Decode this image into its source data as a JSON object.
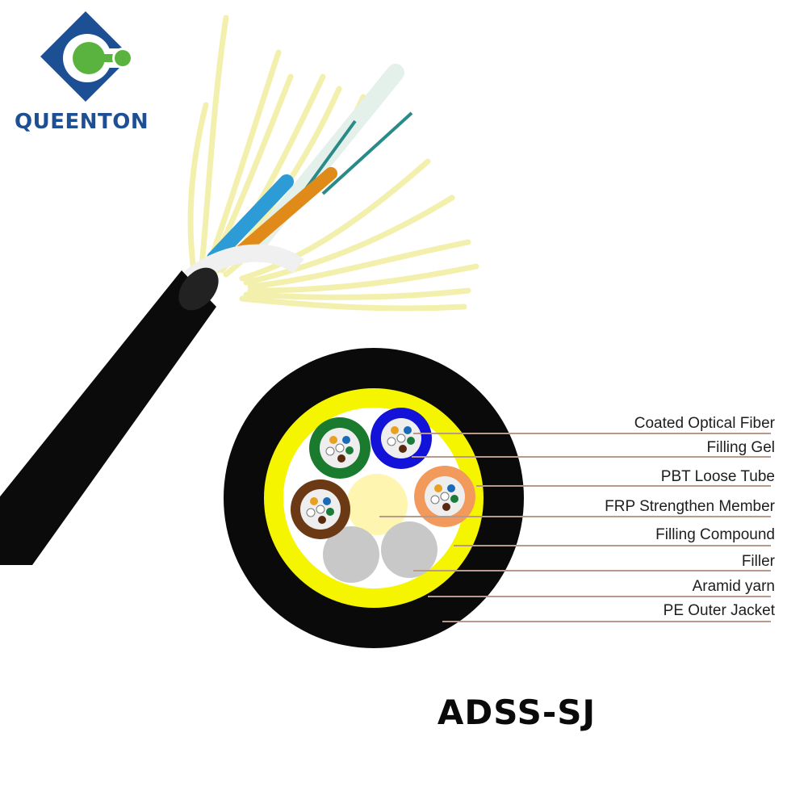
{
  "brand": {
    "name": "QUEENTON",
    "colors": {
      "blue": "#1d4f94",
      "green": "#5bb33f"
    }
  },
  "product": {
    "model": "ADSS-SJ",
    "cable_print": "ADSS-SJ"
  },
  "cross_section": {
    "jacket_color": "#0a0a0a",
    "aramid_color": "#f5f500",
    "loose_tubes": [
      {
        "color": "#1a7a2e",
        "position": "top-left"
      },
      {
        "color": "#1212d8",
        "position": "top-right"
      },
      {
        "color": "#f29a5c",
        "position": "right"
      },
      {
        "color": "#6b3a14",
        "position": "left"
      }
    ],
    "frp_color": "#fdf5b0",
    "filler_color": "#c8c8c8",
    "fiber_colors": [
      "#e8a020",
      "#1a6ab8",
      "#ffffff",
      "#ffffff",
      "#1a7a3a",
      "#5a2a10"
    ]
  },
  "labels": [
    "Coated Optical Fiber",
    "Filling Gel",
    "PBT Loose Tube",
    "FRP Strengthen Member",
    "Filling Compound",
    "Filler",
    "Aramid yarn",
    "PE Outer Jacket"
  ]
}
